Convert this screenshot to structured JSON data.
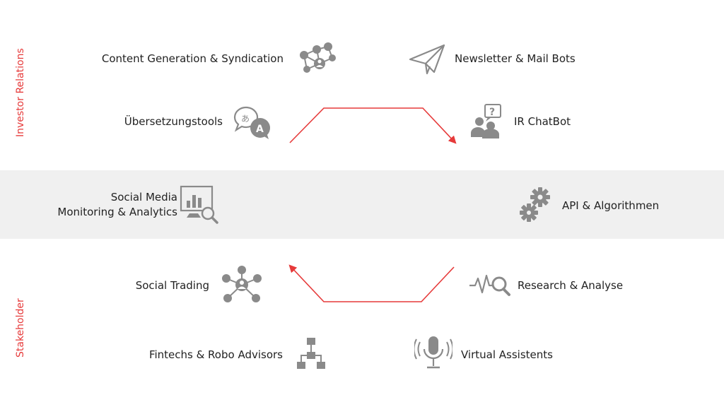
{
  "side_labels": {
    "investor_relations": "Investor Relations",
    "stakeholder": "Stakeholder"
  },
  "items": {
    "content_generation": "Content Generation & Syndication",
    "newsletter": "Newsletter & Mail Bots",
    "uebersetzungstools": "Übersetzungstools",
    "ir_chatbot": "IR ChatBot",
    "social_media_line1": "Social Media",
    "social_media_line2": "Monitoring & Analytics",
    "api_algorithmen": "API & Algorithmen",
    "social_trading": "Social Trading",
    "research_analyse": "Research & Analyse",
    "fintechs": "Fintechs & Robo Advisors",
    "virtual_assistents": "Virtual Assistents"
  },
  "colors": {
    "accent": "#e63a3a",
    "icon": "#8a8a8a",
    "band": "#f0f0f0",
    "text": "#222222"
  }
}
